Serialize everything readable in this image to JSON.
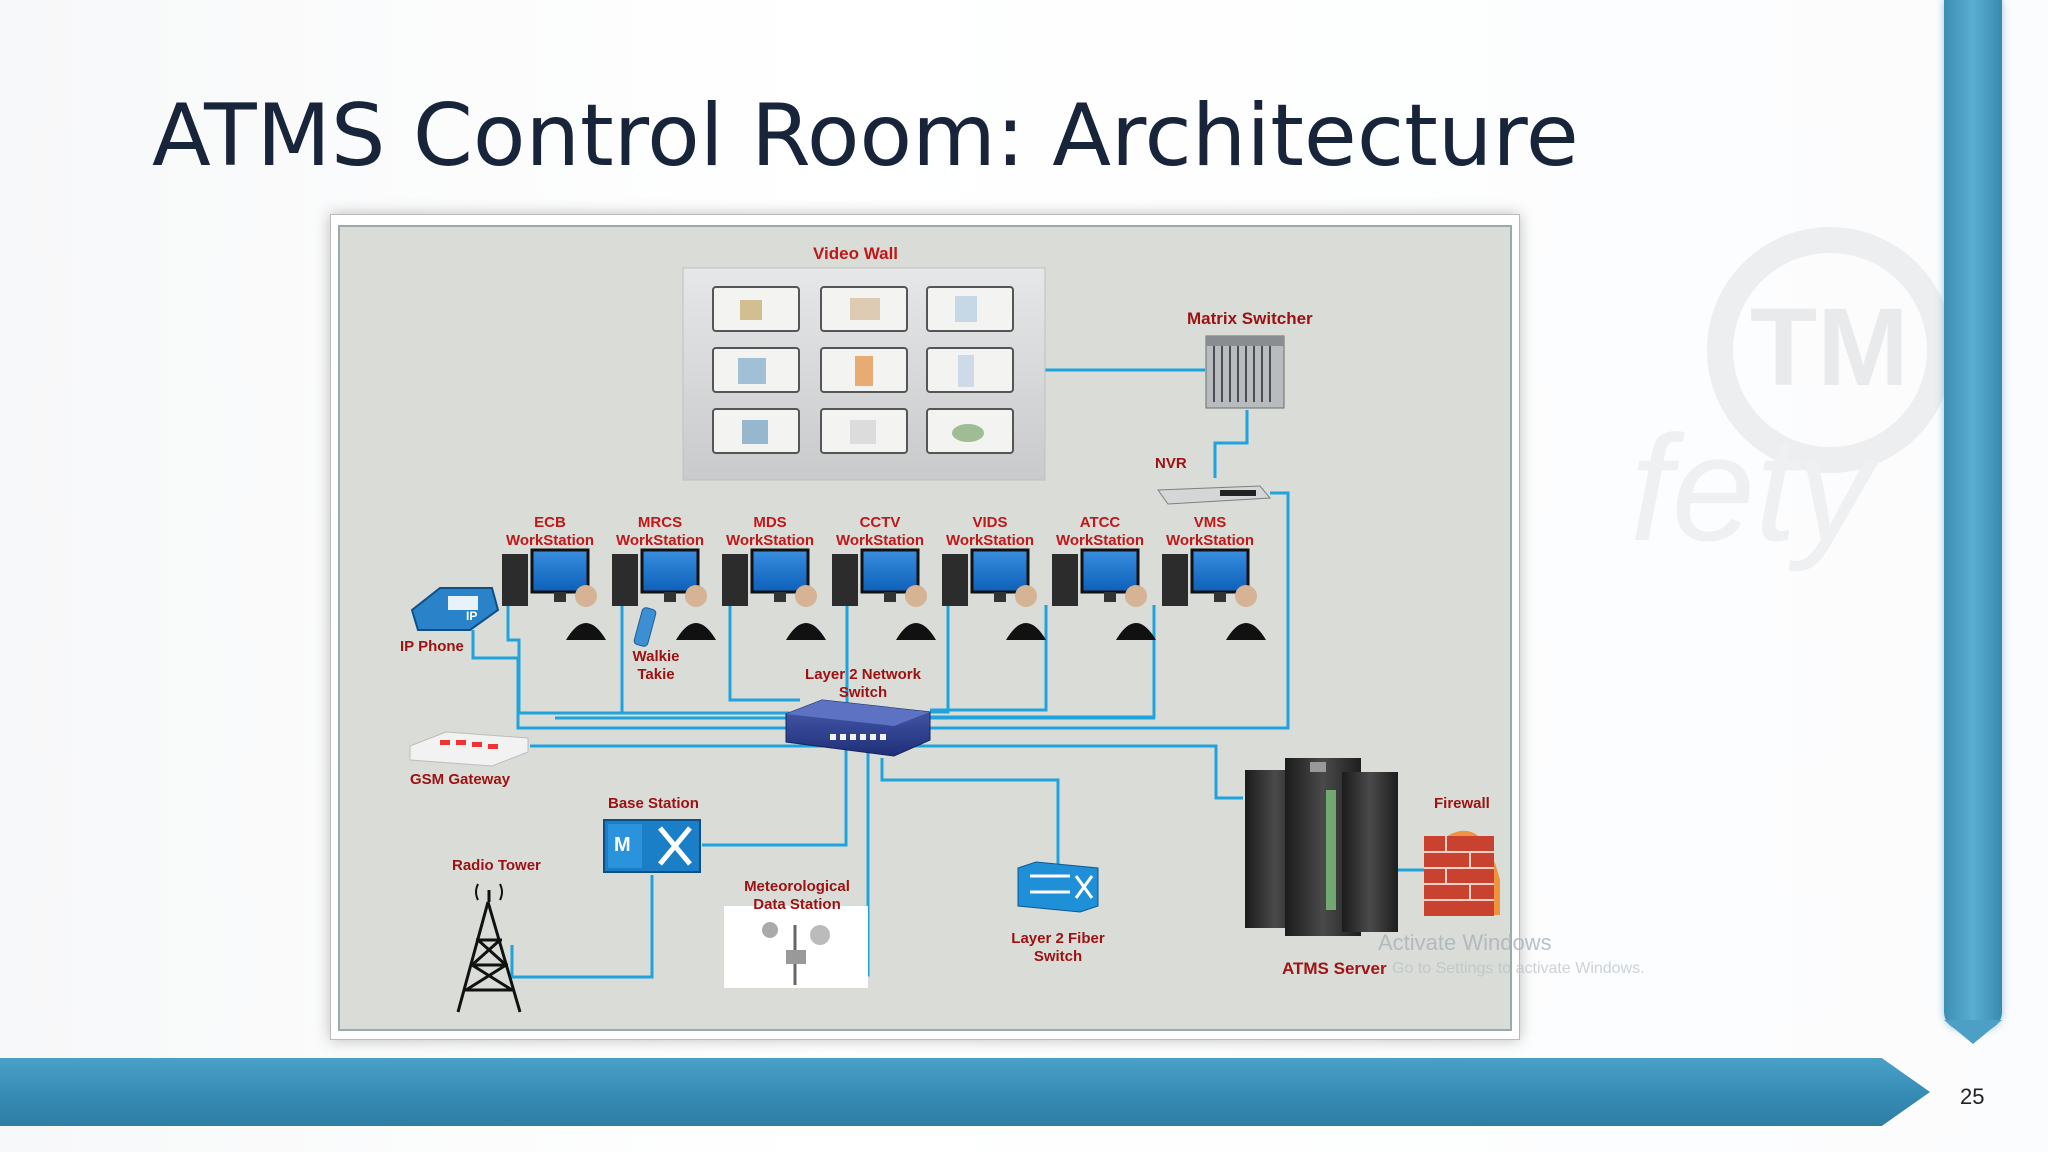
{
  "slide": {
    "title": "ATMS Control Room: Architecture",
    "page_number": "25",
    "watermark": {
      "overlay_line1": "Activate Windows",
      "overlay_line2": "Go to Settings to activate Windows."
    }
  },
  "colors": {
    "title": "#17243a",
    "accent_bar": "#3f93bb",
    "link": "#1fa3dd",
    "label_red": "#c01818",
    "diagram_bg": "#d9dcd7"
  },
  "diagram": {
    "video_wall": {
      "label": "Video Wall"
    },
    "matrix_switcher": {
      "label": "Matrix Switcher"
    },
    "nvr": {
      "label": "NVR"
    },
    "workstations": [
      {
        "id": "ecb",
        "label_line1": "ECB",
        "label_line2": "WorkStation"
      },
      {
        "id": "mrcs",
        "label_line1": "MRCS",
        "label_line2": "WorkStation"
      },
      {
        "id": "mds",
        "label_line1": "MDS",
        "label_line2": "WorkStation"
      },
      {
        "id": "cctv",
        "label_line1": "CCTV",
        "label_line2": "WorkStation"
      },
      {
        "id": "vids",
        "label_line1": "VIDS",
        "label_line2": "WorkStation"
      },
      {
        "id": "atcc",
        "label_line1": "ATCC",
        "label_line2": "WorkStation"
      },
      {
        "id": "vms",
        "label_line1": "VMS",
        "label_line2": "WorkStation"
      }
    ],
    "ip_phone": {
      "label": "IP Phone"
    },
    "walkie_talkie": {
      "label_line1": "Walkie",
      "label_line2": "Takie"
    },
    "layer2_switch": {
      "label_line1": "Layer 2 Network",
      "label_line2": "Switch"
    },
    "gsm_gateway": {
      "label": "GSM Gateway"
    },
    "base_station": {
      "label": "Base Station",
      "icon_letter": "M"
    },
    "radio_tower": {
      "label": "Radio Tower"
    },
    "met_station": {
      "label_line1": "Meteorological",
      "label_line2": "Data Station"
    },
    "fiber_switch": {
      "label_line1": "Layer 2 Fiber",
      "label_line2": "Switch"
    },
    "atms_server": {
      "label": "ATMS Server"
    },
    "firewall": {
      "label": "Firewall"
    }
  }
}
